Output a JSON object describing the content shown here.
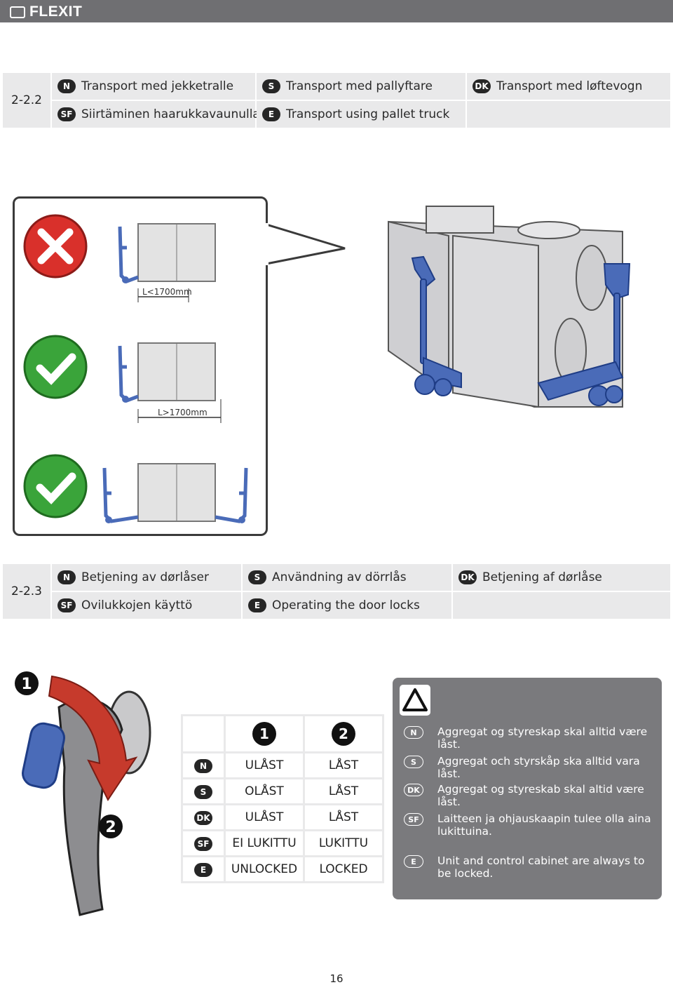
{
  "header": {
    "logo_text": "FLEXIT"
  },
  "section1": {
    "number": "2-2.2",
    "items": [
      {
        "code": "N",
        "text": "Transport med jekketralle"
      },
      {
        "code": "S",
        "text": "Transport med pallyftare"
      },
      {
        "code": "DK",
        "text": "Transport med løftevogn"
      },
      {
        "code": "SF",
        "text": "Siirtäminen haarukkavaunulla"
      },
      {
        "code": "E",
        "text": "Transport using pallet truck"
      }
    ]
  },
  "figure1": {
    "dim_short": "L<1700mm",
    "dim_long": "L>1700mm",
    "status": [
      "wrong",
      "correct",
      "correct"
    ],
    "colors": {
      "wrong": "#d9302b",
      "correct": "#3aa43a",
      "truck": "#4a6bb8"
    }
  },
  "section2": {
    "number": "2-2.3",
    "items": [
      {
        "code": "N",
        "text": "Betjening av dørlåser"
      },
      {
        "code": "S",
        "text": "Användning av dörrlås"
      },
      {
        "code": "DK",
        "text": "Betjening af dørlåse"
      },
      {
        "code": "SF",
        "text": "Ovilukkojen käyttö"
      },
      {
        "code": "E",
        "text": "Operating the door locks"
      }
    ]
  },
  "figure2": {
    "step1": "1",
    "step2": "2"
  },
  "lock_table": {
    "columns": [
      "1",
      "2"
    ],
    "rows": [
      {
        "code": "N",
        "col1": "ULÅST",
        "col2": "LÅST"
      },
      {
        "code": "S",
        "col1": "OLÅST",
        "col2": "LÅST"
      },
      {
        "code": "DK",
        "col1": "ULÅST",
        "col2": "LÅST"
      },
      {
        "code": "SF",
        "col1": "EI LUKITTU",
        "col2": "LUKITTU"
      },
      {
        "code": "E",
        "col1": "UNLOCKED",
        "col2": "LOCKED"
      }
    ]
  },
  "warning": {
    "rows": [
      {
        "code": "N",
        "text": "Aggregat og styreskap skal alltid være låst."
      },
      {
        "code": "S",
        "text": "Aggregat och styrskåp ska alltid vara låst."
      },
      {
        "code": "DK",
        "text": "Aggregat og styreskab skal altid være låst."
      },
      {
        "code": "SF",
        "text": "Laitteen ja ohjauskaapin tulee olla aina lukittuina."
      },
      {
        "code": "E",
        "text": "Unit and control cabinet are always to be locked."
      }
    ]
  },
  "page_number": "16"
}
